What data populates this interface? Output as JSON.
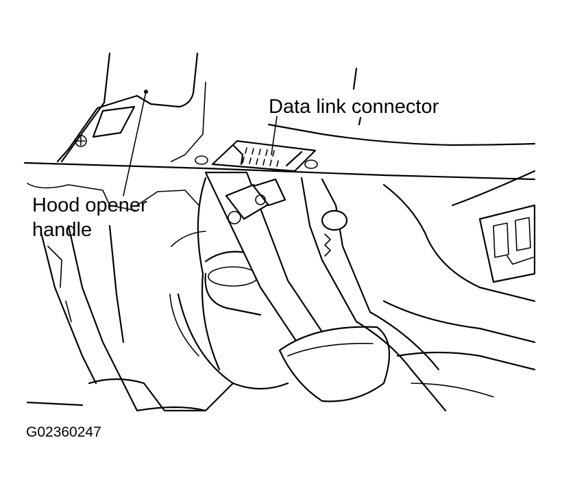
{
  "diagram": {
    "labels": {
      "data_link_connector": "Data link connector",
      "hood_opener_line1": "Hood opener",
      "hood_opener_line2": "handle"
    },
    "figure_id": "G02360247",
    "colors": {
      "ink": "#000000",
      "paper": "#ffffff"
    }
  }
}
